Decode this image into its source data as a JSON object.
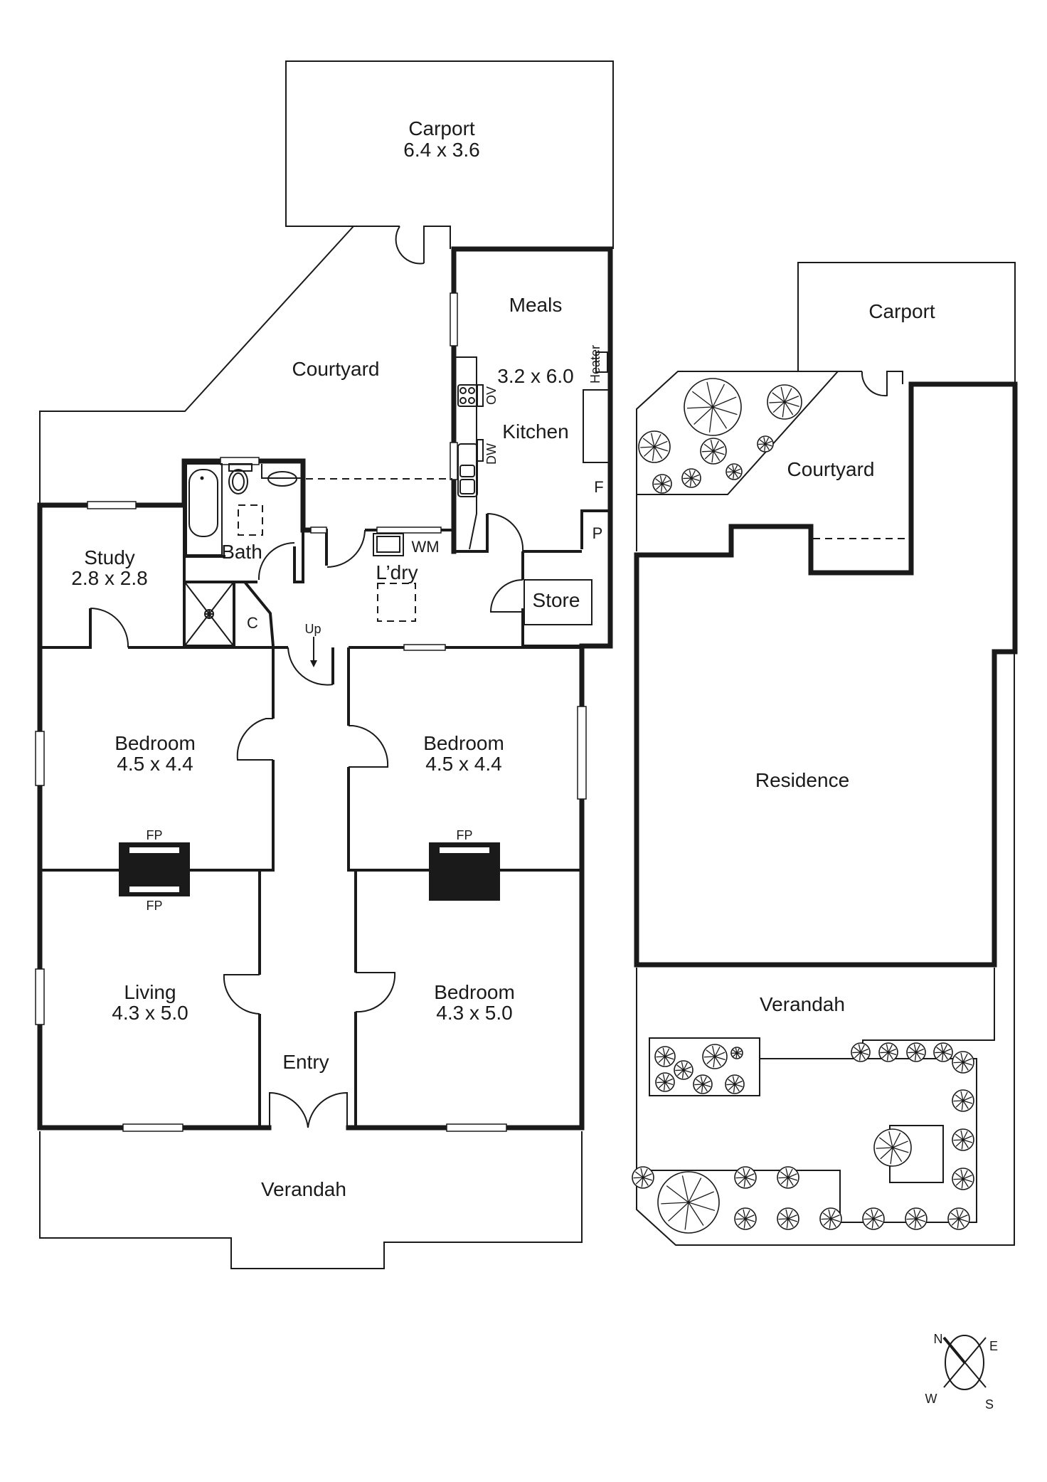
{
  "plan": {
    "main_house": {
      "rooms": [
        {
          "id": "carport",
          "name": "Carport",
          "dims": "6.4 x 3.6"
        },
        {
          "id": "courtyard",
          "name": "Courtyard",
          "dims": ""
        },
        {
          "id": "meals-kitchen",
          "name": "Meals",
          "dims": "3.2 x 6.0",
          "sub": "Kitchen"
        },
        {
          "id": "study",
          "name": "Study",
          "dims": "2.8 x 2.8"
        },
        {
          "id": "bath",
          "name": "Bath",
          "dims": ""
        },
        {
          "id": "laundry",
          "name": "L’dry",
          "dims": ""
        },
        {
          "id": "store",
          "name": "Store",
          "dims": ""
        },
        {
          "id": "bedroom-1",
          "name": "Bedroom",
          "dims": "4.5 x 4.4"
        },
        {
          "id": "bedroom-2",
          "name": "Bedroom",
          "dims": "4.5 x 4.4"
        },
        {
          "id": "living",
          "name": "Living",
          "dims": "4.3 x 5.0"
        },
        {
          "id": "bedroom-3",
          "name": "Bedroom",
          "dims": "4.3 x 5.0"
        },
        {
          "id": "entry",
          "name": "Entry",
          "dims": ""
        },
        {
          "id": "verandah",
          "name": "Verandah",
          "dims": ""
        }
      ],
      "fixtures": {
        "oven": "OV",
        "dishwasher": "DW",
        "heater": "Heater",
        "fridge": "F",
        "pantry": "P",
        "washing_machine": "WM",
        "cupboard": "C",
        "stairs": "Up",
        "fireplace": "FP"
      }
    },
    "site_plan": {
      "areas": [
        {
          "id": "site-carport",
          "name": "Carport"
        },
        {
          "id": "site-courtyard",
          "name": "Courtyard"
        },
        {
          "id": "site-residence",
          "name": "Residence"
        },
        {
          "id": "site-verandah",
          "name": "Verandah"
        }
      ]
    },
    "compass": {
      "n": "N",
      "e": "E",
      "s": "S",
      "w": "W"
    }
  }
}
